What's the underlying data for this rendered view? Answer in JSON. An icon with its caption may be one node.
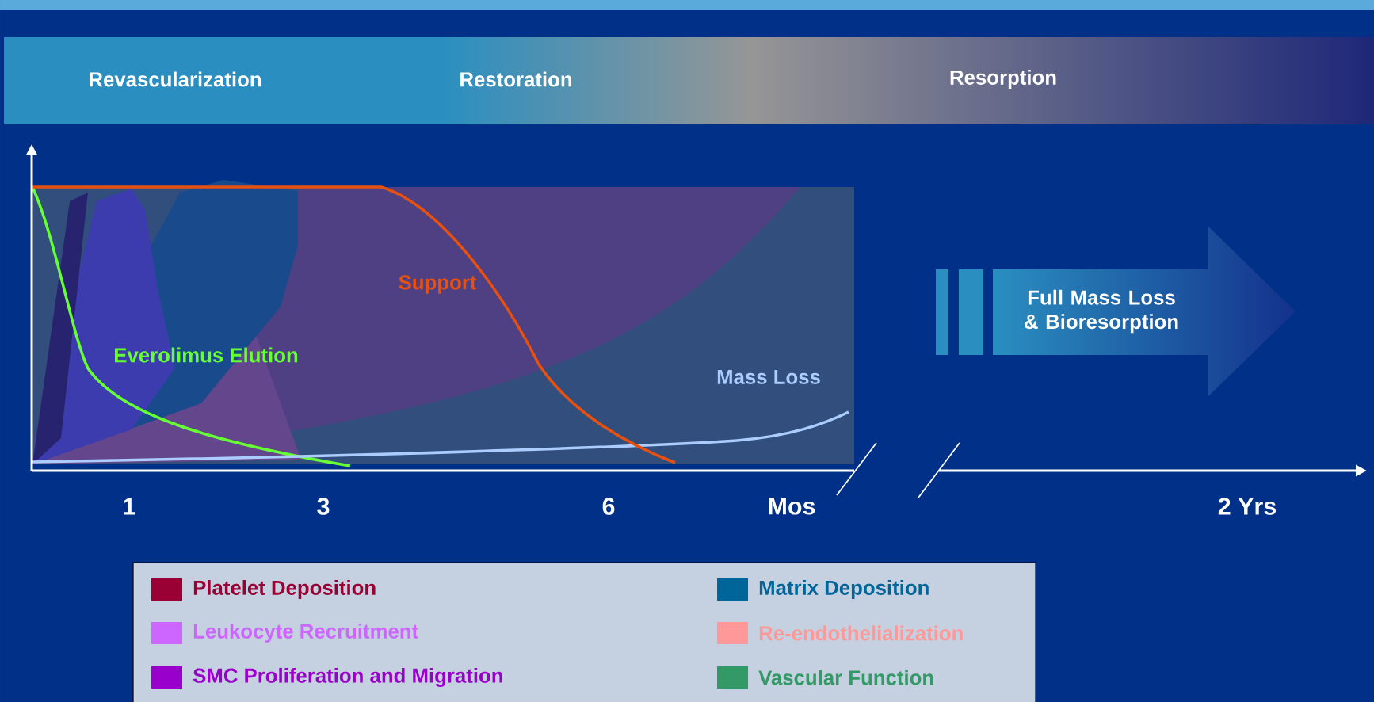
{
  "diagram": {
    "nodes": [
      {
        "text": [
          "Full Mass Loss & Bioresorption"
        ]
      }
    ],
    "labels": [
      "Revascularization",
      "Restoration",
      "Resorption",
      "Support",
      "Everolimus Elution",
      "Mass Loss",
      "1",
      "3",
      "6",
      "Mos",
      "2 Yrs"
    ],
    "legend": [
      {
        "text": "Platelet Deposition",
        "color": "#990033"
      },
      {
        "text": "Matrix Deposition",
        "color": "#006699"
      },
      {
        "text": "Leukocyte Recruitment",
        "color": "#cc66ff"
      },
      {
        "text": "Re-endothelialization",
        "color": "#ff9999"
      },
      {
        "text": "SMC Proliferation and Migration",
        "color": "#9900cc"
      },
      {
        "text": "Vascular Function",
        "color": "#339966"
      }
    ]
  }
}
